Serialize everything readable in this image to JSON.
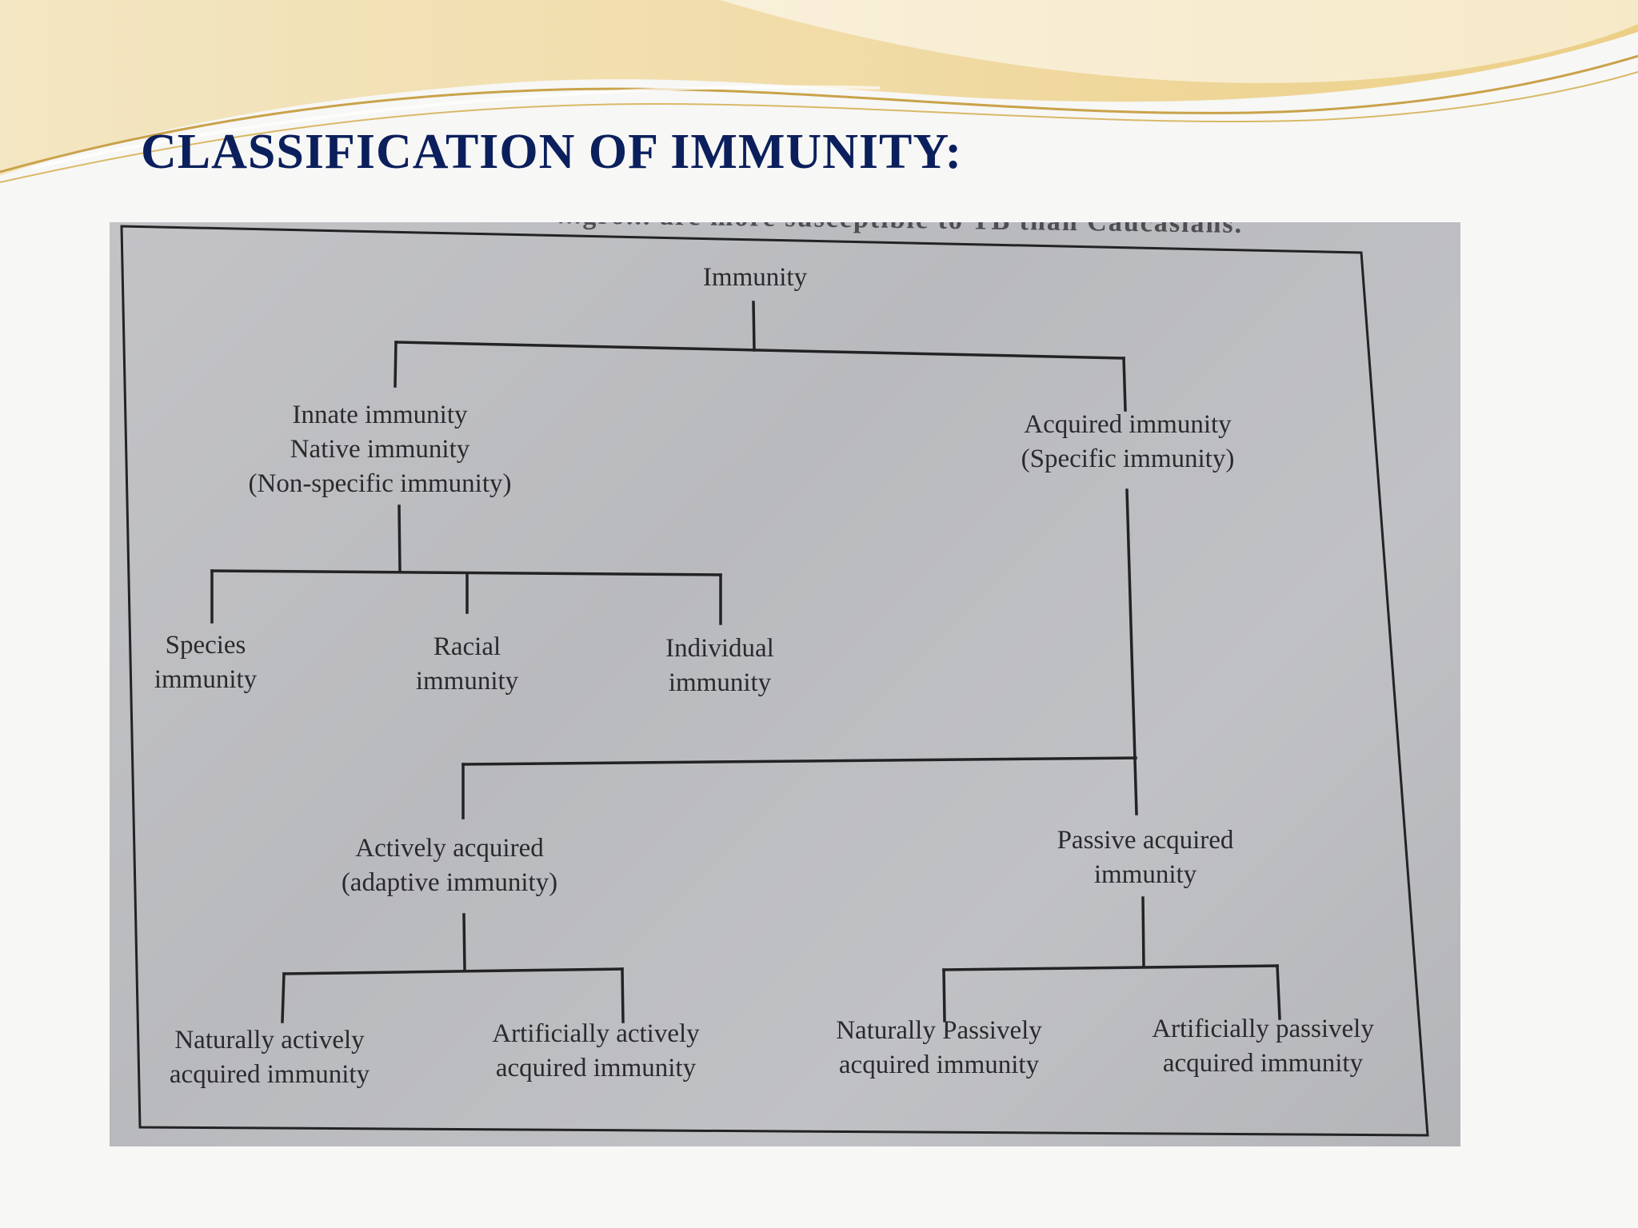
{
  "slide": {
    "title": "CLASSIFICATION OF IMMUNITY:",
    "title_color": "#0b1f5c"
  },
  "photo": {
    "cut_header": "...gro... are more susceptible to TB than Caucasians."
  },
  "diagram": {
    "root": "Immunity",
    "innate": [
      "Innate immunity",
      "Native immunity",
      "(Non-specific immunity)"
    ],
    "acquired": [
      "Acquired immunity",
      "(Specific immunity)"
    ],
    "species": [
      "Species",
      "immunity"
    ],
    "racial": [
      "Racial",
      "immunity"
    ],
    "individual": [
      "Individual",
      "immunity"
    ],
    "active": [
      "Actively acquired",
      "(adaptive immunity)"
    ],
    "passive": [
      "Passive acquired",
      "immunity"
    ],
    "nat_active": [
      "Naturally actively",
      "acquired immunity"
    ],
    "art_active": [
      "Artificially actively",
      "acquired immunity"
    ],
    "nat_passive": [
      "Naturally Passively",
      "acquired immunity"
    ],
    "art_passive": [
      "Artificially passively",
      "acquired immunity"
    ]
  }
}
